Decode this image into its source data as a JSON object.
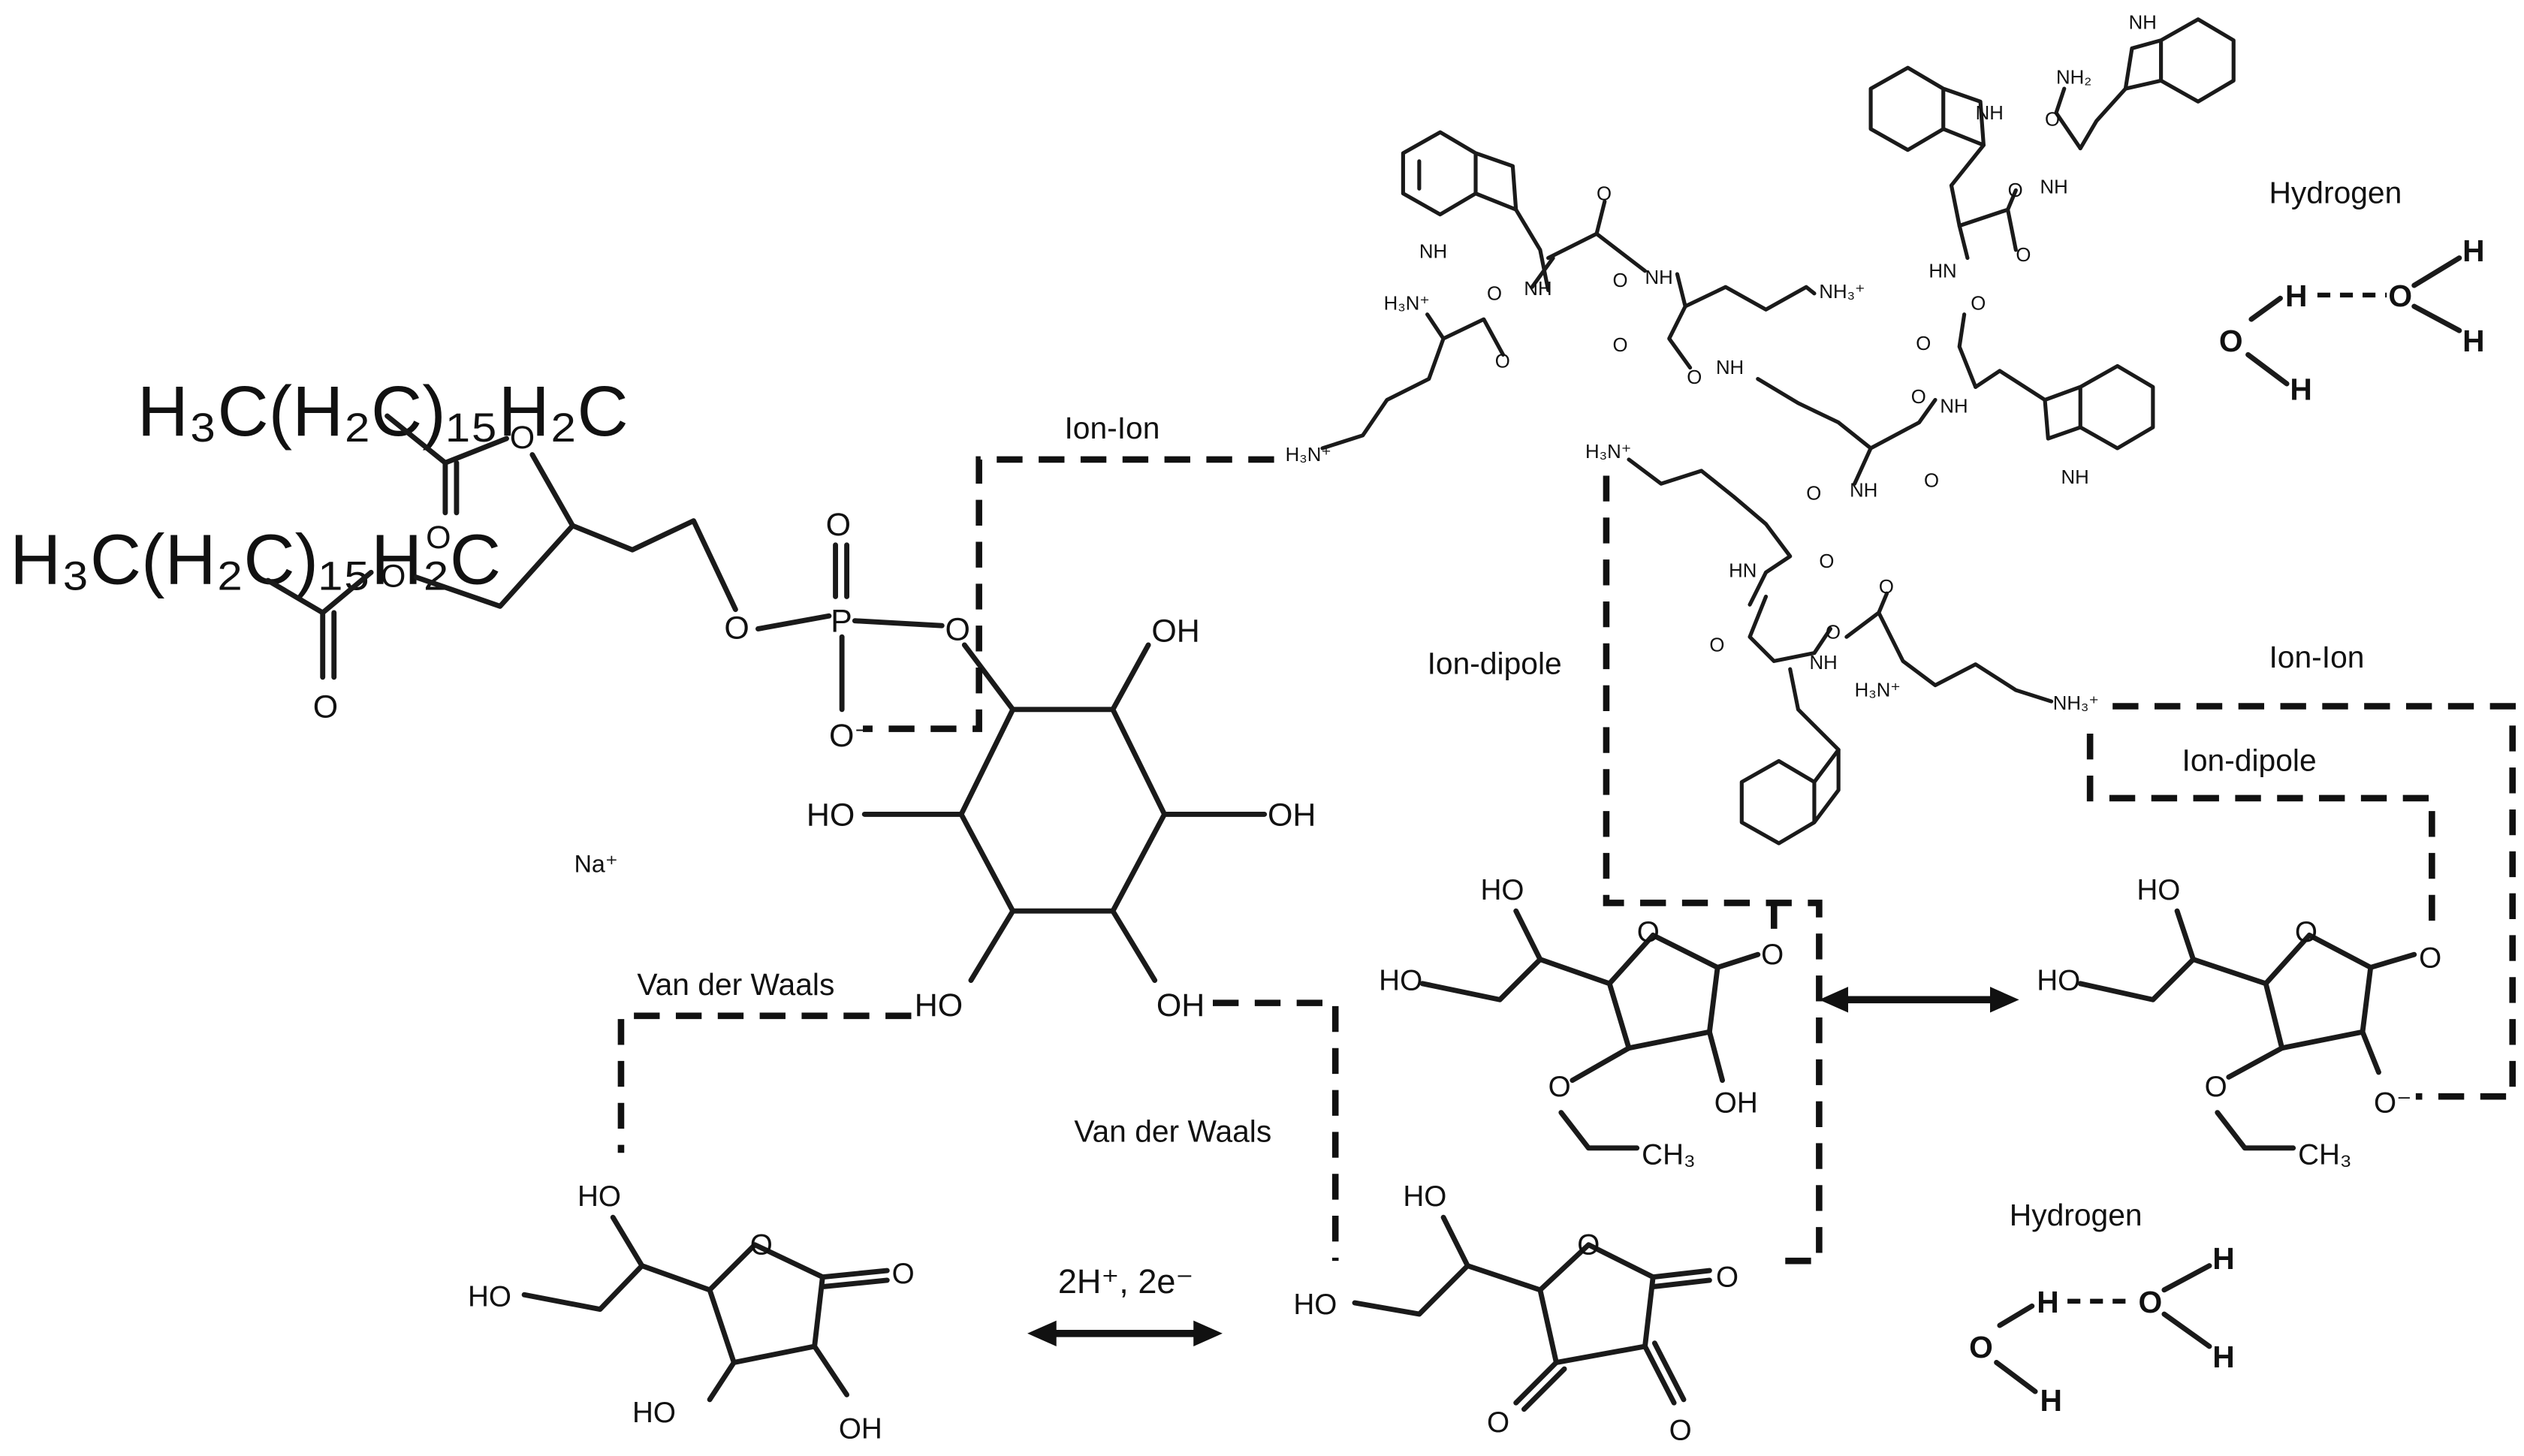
{
  "labels": {
    "ion_ion_left": "Ion-Ion",
    "ion_ion_right": "Ion-Ion",
    "ion_dipole_left": "Ion-dipole",
    "ion_dipole_right": "Ion-dipole",
    "vdw_left": "Van der Waals",
    "vdw_center": "Van der Waals",
    "hydrogen_top": "Hydrogen",
    "hydrogen_bottom": "Hydrogen",
    "redox": "2H⁺, 2e⁻",
    "sodium": "Na⁺"
  },
  "lipid": {
    "chain1": "H₃C(H₂C)₁₅H₂C",
    "chain2": "H₃C(H₂C)₁₅H₂C",
    "o_ester1": "O",
    "o_carbonyl1": "O",
    "o_ester2": "O",
    "o_carbonyl2": "O",
    "o_link": "O",
    "p": "P",
    "o_double": "O",
    "o_minus": "O⁻",
    "o_ring": "O"
  },
  "inositol": {
    "oh_top_right": "OH",
    "oh_right": "OH",
    "oh_bottom_right": "OH",
    "ho_bottom_left": "HO",
    "ho_left": "HO"
  },
  "peptide": {
    "nh_labels": [
      "NH",
      "NH",
      "NH",
      "NH",
      "NH",
      "NH",
      "NH",
      "NH",
      "NH",
      "NH",
      "NH",
      "HN",
      "HN"
    ],
    "nh3_labels": [
      "H₃N⁺",
      "H₃N⁺",
      "NH₃⁺",
      "H₃N⁺",
      "H₃N⁺",
      "NH₃⁺"
    ],
    "amide": "NH₂",
    "o_labels": [
      "O",
      "O",
      "O",
      "O",
      "O",
      "O",
      "O",
      "O",
      "O",
      "O",
      "O",
      "O",
      "O",
      "O",
      "O",
      "O",
      "O",
      "O"
    ]
  },
  "ascorbate_top_center": {
    "ho1": "HO",
    "ho2": "HO",
    "o_ring": "O",
    "o_carbonyl": "O",
    "oh": "OH",
    "o_ether": "O",
    "ch3": "CH₃"
  },
  "ascorbate_top_right": {
    "ho1": "HO",
    "ho2": "HO",
    "o_ring": "O",
    "o_carbonyl": "O",
    "o_minus": "O⁻",
    "o_ether": "O",
    "ch3": "CH₃"
  },
  "ascorbic_acid": {
    "ho1": "HO",
    "ho2": "HO",
    "o_ring": "O",
    "o_carbonyl": "O",
    "ho3": "HO",
    "oh": "OH"
  },
  "dehydroascorbic": {
    "ho1": "HO",
    "ho2": "HO",
    "o_ring": "O",
    "o_carbonyl": "O",
    "o1": "O",
    "o2": "O"
  },
  "water_top": {
    "h_bridge": "H",
    "o_right": "O",
    "h_r1": "H",
    "h_r2": "H",
    "o_left": "O",
    "h_left": "H"
  },
  "water_bottom": {
    "h_bridge": "H",
    "o_right": "O",
    "h_r1": "H",
    "h_r2": "H",
    "o_left": "O",
    "h_left": "H"
  }
}
